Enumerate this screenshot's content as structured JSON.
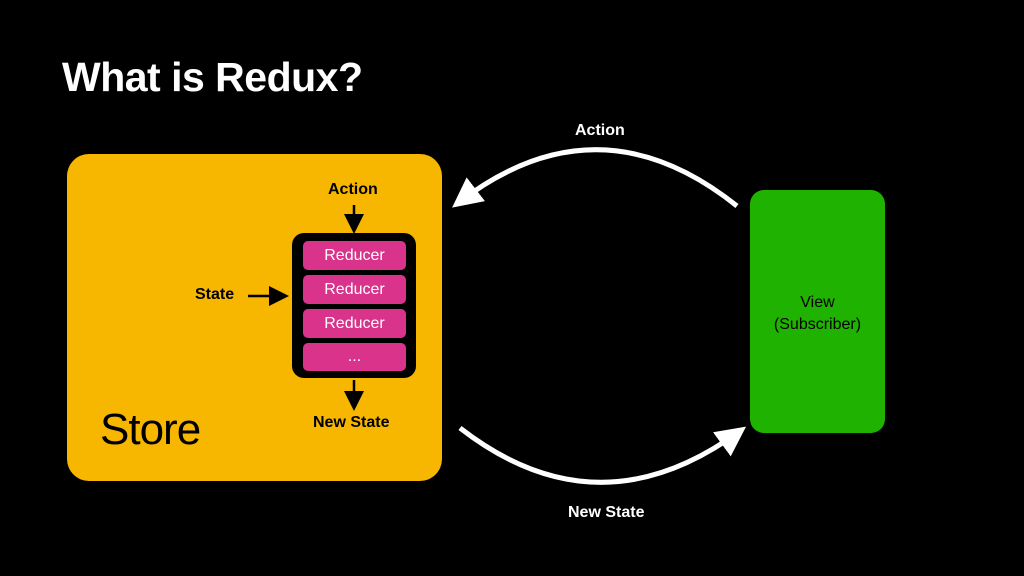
{
  "title": "What is Redux?",
  "store": {
    "label": "Store",
    "action_label": "Action",
    "state_label": "State",
    "new_state_label": "New State",
    "reducers": [
      "Reducer",
      "Reducer",
      "Reducer",
      "..."
    ]
  },
  "view": {
    "line1": "View",
    "line2": "(Subscriber)"
  },
  "flows": {
    "action_label": "Action",
    "new_state_label": "New State"
  },
  "colors": {
    "background": "#000000",
    "store": "#f7b600",
    "reducer": "#d9338c",
    "view": "#1fb200"
  }
}
